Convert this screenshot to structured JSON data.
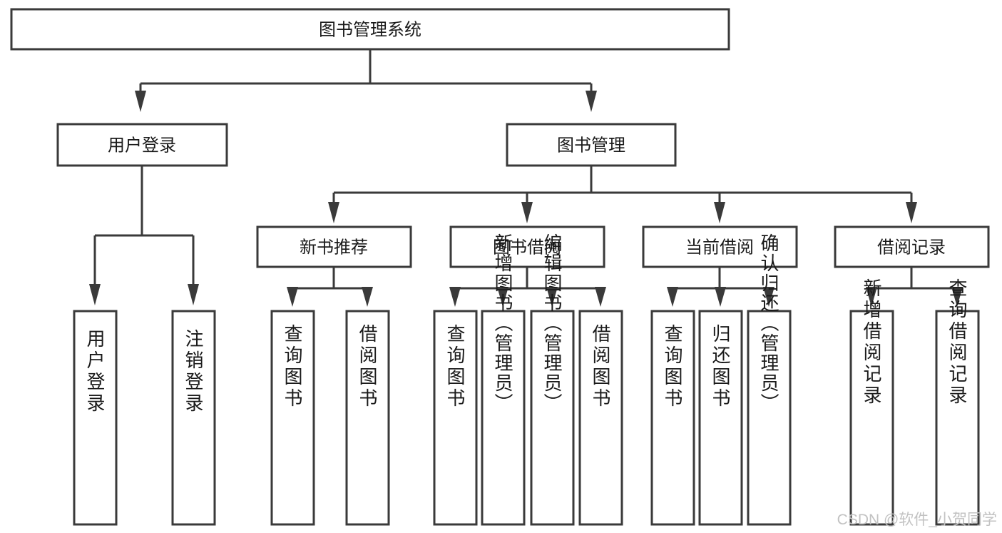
{
  "diagram": {
    "type": "tree-hierarchy",
    "orientation": "top-down",
    "root": {
      "id": "root",
      "label": "图书管理系统",
      "text_orientation": "horizontal"
    },
    "level2": [
      {
        "id": "user-login",
        "label": "用户登录",
        "text_orientation": "horizontal"
      },
      {
        "id": "book-manage",
        "label": "图书管理",
        "text_orientation": "horizontal"
      }
    ],
    "level3": [
      {
        "id": "new-book-rec",
        "label": "新书推荐",
        "text_orientation": "horizontal",
        "parent": "book-manage"
      },
      {
        "id": "book-borrow",
        "label": "图书借阅",
        "text_orientation": "horizontal",
        "parent": "book-manage"
      },
      {
        "id": "current-borrow",
        "label": "当前借阅",
        "text_orientation": "horizontal",
        "parent": "book-manage"
      },
      {
        "id": "borrow-record",
        "label": "借阅记录",
        "text_orientation": "horizontal",
        "parent": "book-manage"
      }
    ],
    "leaves": [
      {
        "id": "leaf-user-login",
        "label": "用户登录",
        "text_orientation": "vertical",
        "parent": "user-login"
      },
      {
        "id": "leaf-logout-login",
        "label": "注销登录",
        "text_orientation": "vertical",
        "parent": "user-login"
      },
      {
        "id": "leaf-query-book-1",
        "label": "查询图书",
        "text_orientation": "vertical",
        "parent": "new-book-rec"
      },
      {
        "id": "leaf-borrow-book-1",
        "label": "借阅图书",
        "text_orientation": "vertical",
        "parent": "new-book-rec"
      },
      {
        "id": "leaf-query-book-2",
        "label": "查询图书",
        "text_orientation": "vertical",
        "parent": "book-borrow"
      },
      {
        "id": "leaf-add-book-admin",
        "label": "新增图书（管理员）",
        "text_orientation": "vertical",
        "parent": "book-borrow"
      },
      {
        "id": "leaf-edit-book-admin",
        "label": "编辑图书（管理员）",
        "text_orientation": "vertical",
        "parent": "book-borrow"
      },
      {
        "id": "leaf-borrow-book-2",
        "label": "借阅图书",
        "text_orientation": "vertical",
        "parent": "book-borrow"
      },
      {
        "id": "leaf-query-book-3",
        "label": "查询图书",
        "text_orientation": "vertical",
        "parent": "current-borrow"
      },
      {
        "id": "leaf-return-book",
        "label": "归还图书",
        "text_orientation": "vertical",
        "parent": "current-borrow"
      },
      {
        "id": "leaf-confirm-return-admin",
        "label": "确认归还（管理员）",
        "text_orientation": "vertical",
        "parent": "current-borrow"
      },
      {
        "id": "leaf-add-borrow-record",
        "label": "新增借阅记录",
        "text_orientation": "vertical",
        "parent": "borrow-record"
      },
      {
        "id": "leaf-query-borrow-record",
        "label": "查询借阅记录",
        "text_orientation": "vertical",
        "parent": "borrow-record"
      }
    ]
  },
  "watermark": {
    "text": "CSDN @软件_小贺同学"
  },
  "colors": {
    "background": "#ffffff",
    "box_fill": "#ffffff",
    "box_stroke": "#3a3a3a",
    "edge": "#3a3a3a",
    "text": "#1a1a1a",
    "watermark": "#c2c2c2"
  }
}
